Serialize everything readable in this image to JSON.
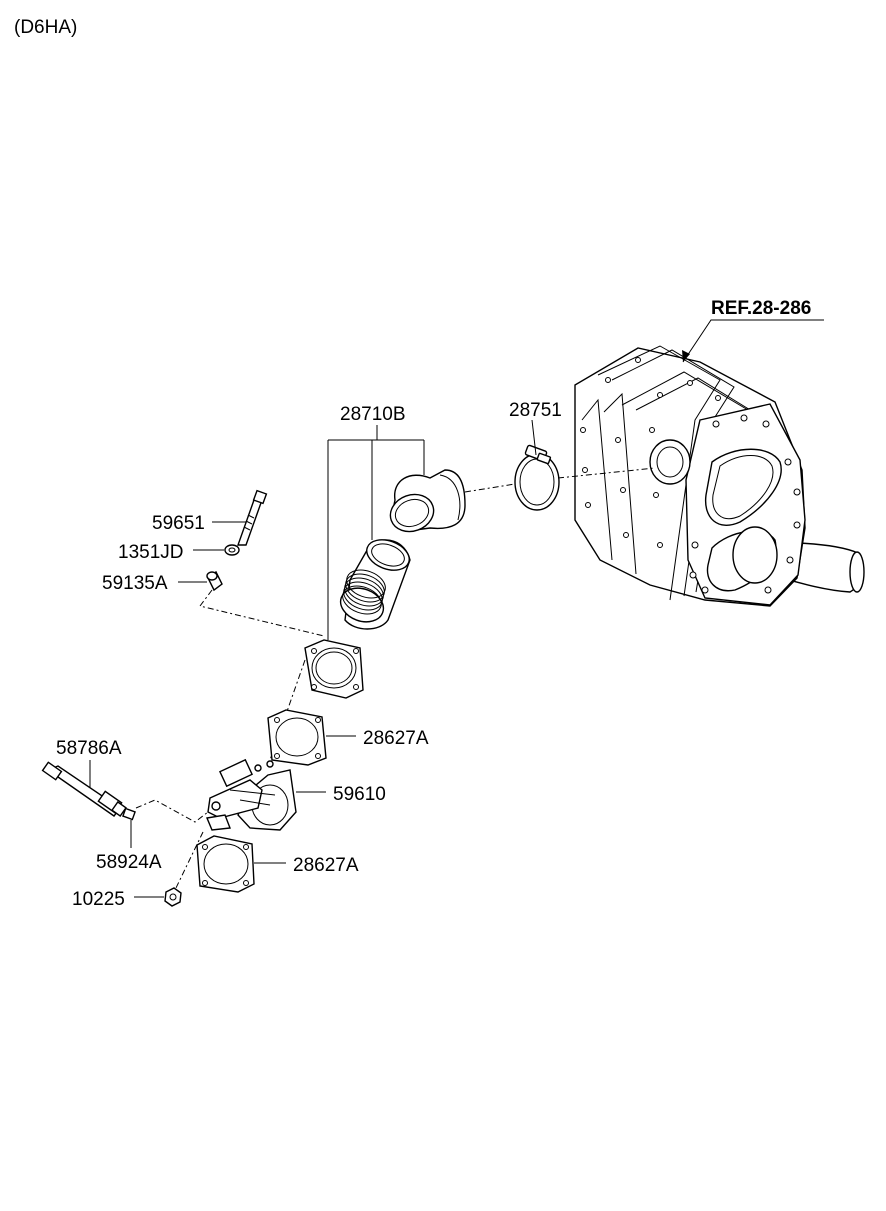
{
  "header": {
    "model": "(D6HA)"
  },
  "ref_label": "REF.28-286",
  "parts": {
    "p28710B": "28710B",
    "p28751": "28751",
    "p59651": "59651",
    "p1351JD": "1351JD",
    "p59135A": "59135A",
    "p28627A_upper": "28627A",
    "p58786A": "58786A",
    "p59610": "59610",
    "p58924A": "58924A",
    "p28627A_lower": "28627A",
    "p10225": "10225"
  }
}
